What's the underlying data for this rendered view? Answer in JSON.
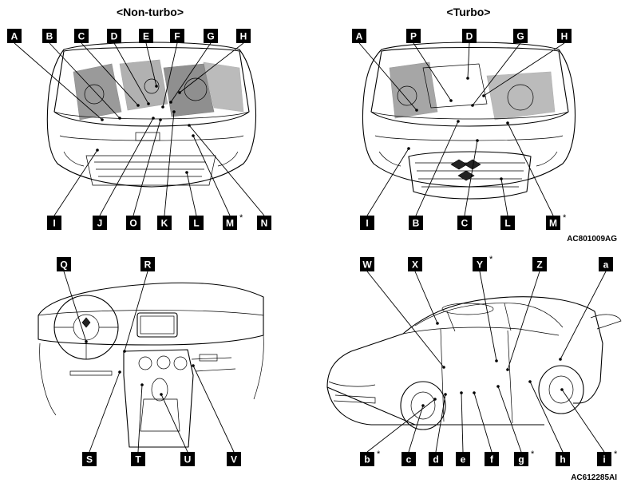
{
  "headers": {
    "non_turbo": "<Non-turbo>",
    "turbo": "<Turbo>"
  },
  "codes": {
    "engine": "AC801009AG",
    "cabin": "AC612285AI"
  },
  "panels": {
    "non_turbo": {
      "top": [
        "A",
        "B",
        "C",
        "D",
        "E",
        "F",
        "G",
        "H"
      ],
      "bottom": [
        "I",
        "J",
        "O",
        "K",
        "L",
        "M",
        "N"
      ]
    },
    "turbo": {
      "top": [
        "A",
        "P",
        "D",
        "G",
        "H"
      ],
      "bottom": [
        "I",
        "B",
        "C",
        "L",
        "M"
      ]
    },
    "interior": {
      "top": [
        "Q",
        "R"
      ],
      "bottom": [
        "S",
        "T",
        "U",
        "V"
      ]
    },
    "exterior": {
      "top": [
        "W",
        "X",
        "Y",
        "Z",
        "a"
      ],
      "bottom": [
        "b",
        "c",
        "d",
        "e",
        "f",
        "g",
        "h",
        "i"
      ]
    }
  },
  "asterisk": "*"
}
